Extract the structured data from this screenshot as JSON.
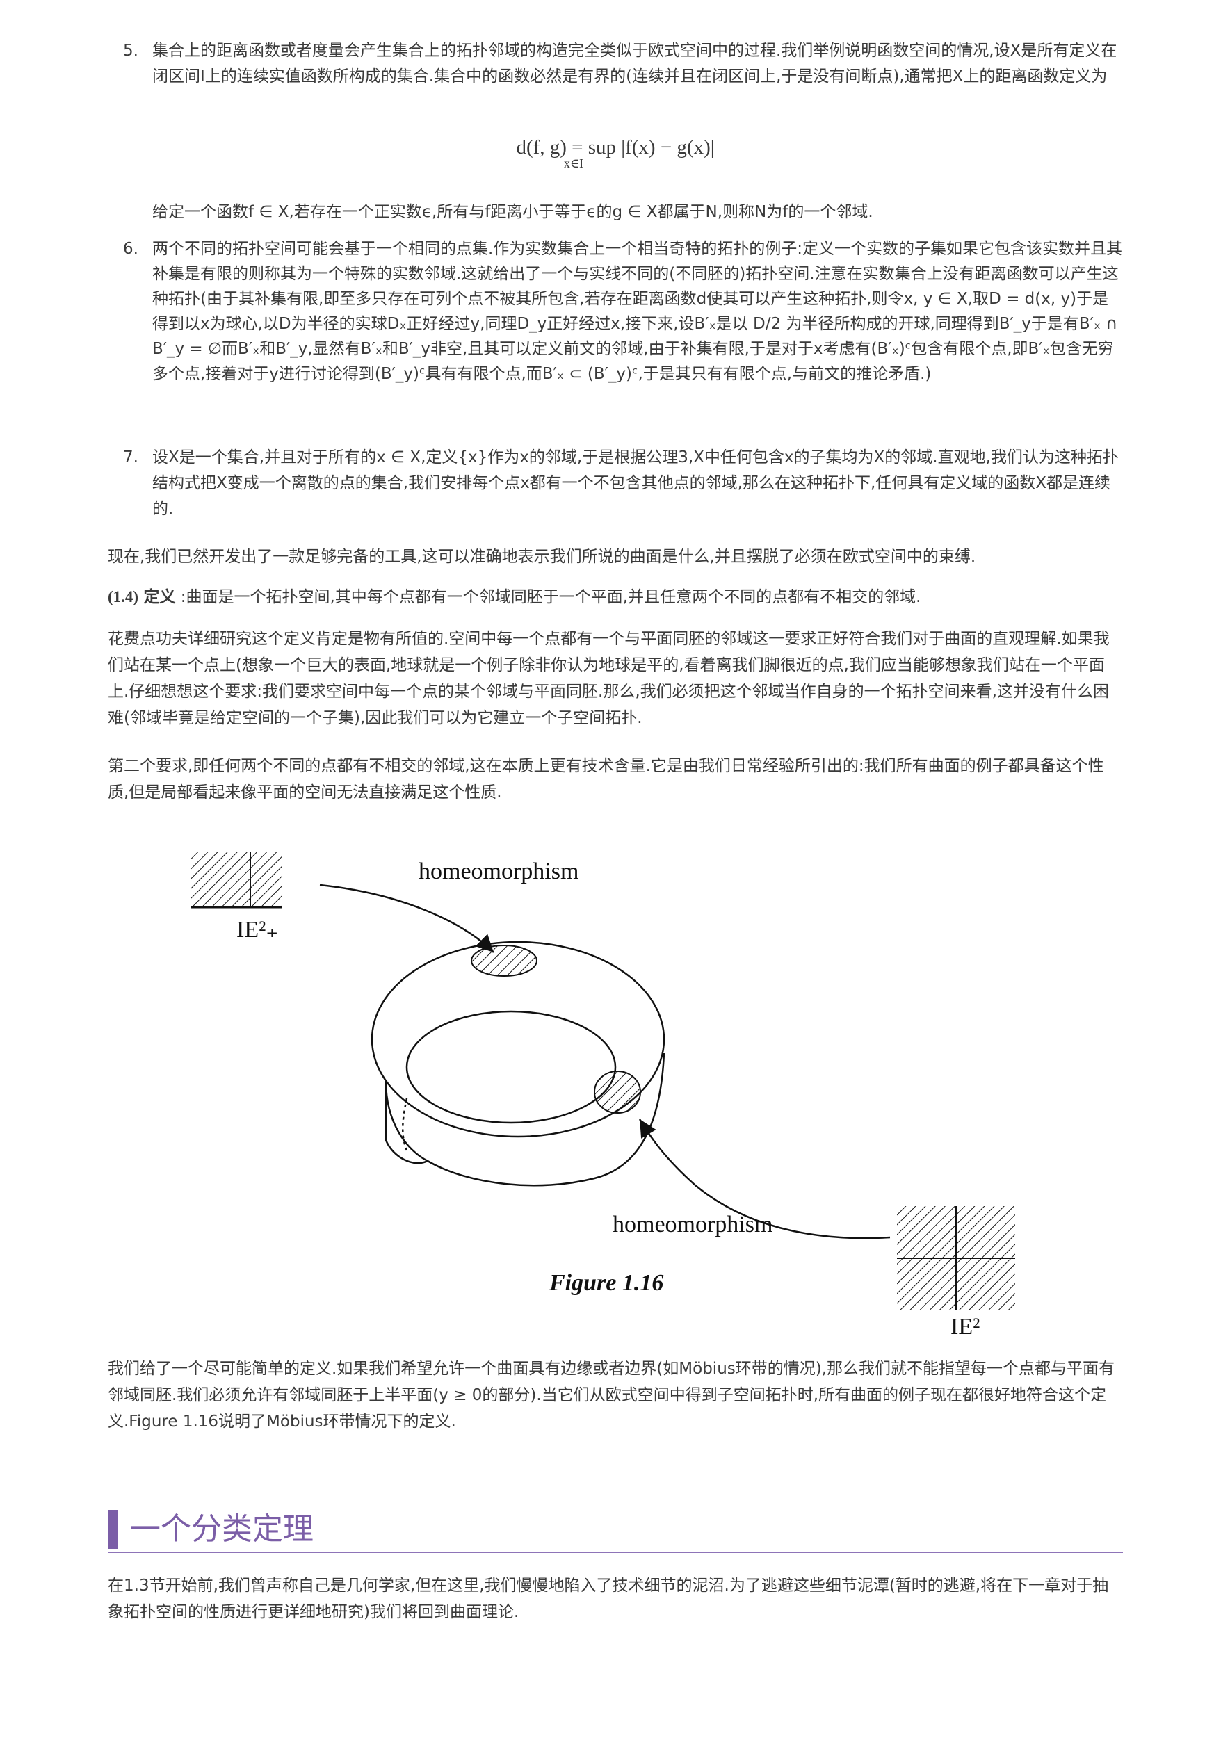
{
  "items": [
    {
      "number": "5.",
      "text": "集合上的距离函数或者度量会产生集合上的拓扑邻域的构造完全类似于欧式空间中的过程.我们举例说明函数空间的情况,设X是所有定义在闭区间I上的连续实值函数所构成的集合.集合中的函数必然是有界的(连续并且在闭区间上,于是没有间断点),通常把X上的距离函数定义为",
      "formula": "d(f, g) = sup |f(x) − g(x)|",
      "formula_sub": "x∈I",
      "after": "给定一个函数f ∈ X,若存在一个正实数ϵ,所有与f距离小于等于ϵ的g ∈ X都属于N,则称N为f的一个邻域."
    },
    {
      "number": "6.",
      "text": "两个不同的拓扑空间可能会基于一个相同的点集.作为实数集合上一个相当奇特的拓扑的例子:定义一个实数的子集如果它包含该实数并且其补集是有限的则称其为一个特殊的实数邻域.这就给出了一个与实线不同的(不同胚的)拓扑空间.注意在实数集合上没有距离函数可以产生这种拓扑(由于其补集有限,即至多只存在可列个点不被其所包含,若存在距离函数d使其可以产生这种拓扑,则令x, y ∈ X,取D = d(x, y)于是得到以x为球心,以D为半径的实球Dₓ正好经过y,同理D_y正好经过x,接下来,设B′ₓ是以 D/2 为半径所构成的开球,同理得到B′_y于是有B′ₓ ∩ B′_y = ∅而B′ₓ和B′_y,显然有B′ₓ和B′_y非空,且其可以定义前文的邻域,由于补集有限,于是对于x考虑有(B′ₓ)ᶜ包含有限个点,即B′ₓ包含无穷多个点,接着对于y进行讨论得到(B′_y)ᶜ具有有限个点,而B′ₓ ⊂ (B′_y)ᶜ,于是其只有有限个点,与前文的推论矛盾.)"
    },
    {
      "number": "7.",
      "text": "设X是一个集合,并且对于所有的x ∈ X,定义{x}作为x的邻域,于是根据公理3,X中任何包含x的子集均为X的邻域.直观地,我们认为这种拓扑结构式把X变成一个离散的点的集合,我们安排每个点x都有一个不包含其他点的邻域,那么在这种拓扑下,任何具有定义域的函数X都是连续的."
    }
  ],
  "para_tools": "现在,我们已然开发出了一款足够完备的工具,这可以准确地表示我们所说的曲面是什么,并且摆脱了必须在欧式空间中的束缚.",
  "definition": {
    "number": "(1.4)",
    "label": "定义",
    "text": ":曲面是一个拓扑空间,其中每个点都有一个邻域同胚于一个平面,并且任意两个不同的点都有不相交的邻域."
  },
  "para_study": "花费点功夫详细研究这个定义肯定是物有所值的.空间中每一个点都有一个与平面同胚的邻域这一要求正好符合我们对于曲面的直观理解.如果我们站在某一个点上(想象一个巨大的表面,地球就是一个例子除非你认为地球是平的,看着离我们脚很近的点,我们应当能够想象我们站在一个平面上.仔细想想这个要求:我们要求空间中每一个点的某个邻域与平面同胚.那么,我们必须把这个邻域当作自身的一个拓扑空间来看,这并没有什么困难(邻域毕竟是给定空间的一个子集),因此我们可以为它建立一个子空间拓扑.",
  "para_second": "第二个要求,即任何两个不同的点都有不相交的邻域,这在本质上更有技术含量.它是由我们日常经验所引出的:我们所有曲面的例子都具备这个性质,但是局部看起来像平面的空间无法直接满足这个性质.",
  "figure": {
    "label_top": "homeomorphism",
    "label_bottom": "homeomorphism",
    "halfplane": "IE²₊",
    "plane": "IE²",
    "caption": "Figure 1.16"
  },
  "para_after_figure": "我们给了一个尽可能简单的定义.如果我们希望允许一个曲面具有边缘或者边界(如Möbius环带的情况),那么我们就不能指望每一个点都与平面有邻域同胚.我们必须允许有邻域同胚于上半平面(y ≥ 0的部分).当它们从欧式空间中得到子空间拓扑时,所有曲面的例子现在都很好地符合这个定义.Figure 1.16说明了Möbius环带情况下的定义.",
  "section": {
    "title": "一个分类定理"
  },
  "para_final": "在1.3节开始前,我们曾声称自己是几何学家,但在这里,我们慢慢地陷入了技术细节的泥沼.为了逃避这些细节泥潭(暂时的逃避,将在下一章对于抽象拓扑空间的性质进行更详细地研究)我们将回到曲面理论."
}
